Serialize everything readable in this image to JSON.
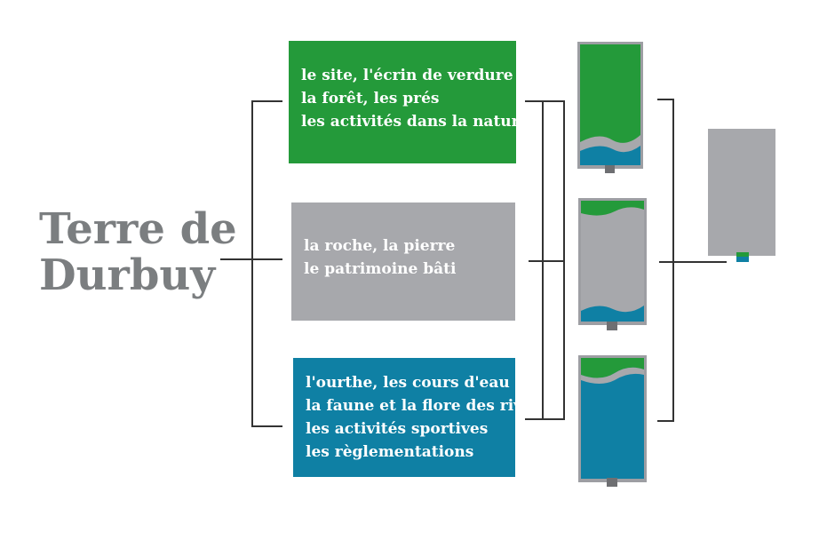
{
  "title": {
    "line1": "Terre de",
    "line2": "Durbuy"
  },
  "colors": {
    "green": "#249a3a",
    "gray": "#a7a8ac",
    "blue": "#0f80a4",
    "title": "#7b7e80",
    "line": "#333333",
    "cap": "#6e6f72"
  },
  "boxes": {
    "green": {
      "lines": [
        "le site, l'écrin de verdure",
        "la forêt, les prés",
        "les activités dans la nature"
      ]
    },
    "gray": {
      "lines": [
        "la roche, la pierre",
        "le patrimoine bâti"
      ]
    },
    "blue": {
      "lines": [
        "l'ourthe, les cours d'eau",
        "la faune et la flore des rives",
        "les activités sportives",
        "les règlementations"
      ]
    }
  }
}
